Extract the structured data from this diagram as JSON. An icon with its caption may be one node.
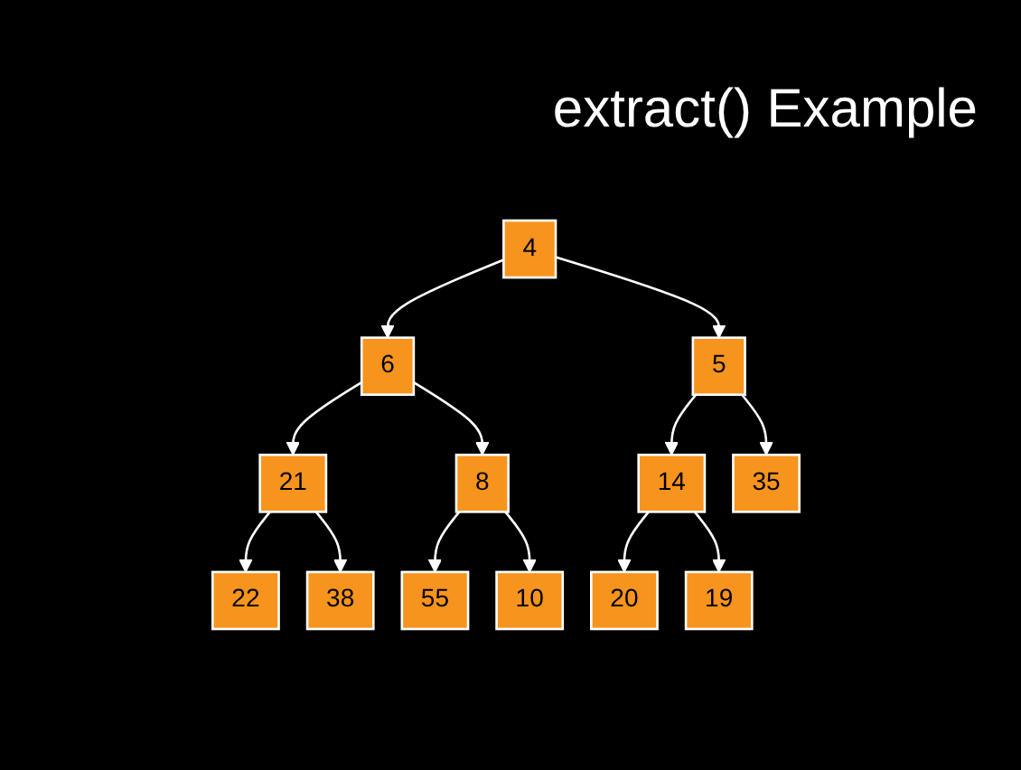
{
  "diagram": {
    "title": "extract() Example",
    "nodes": [
      {
        "text": [
          "4"
        ]
      },
      {
        "text": [
          "6"
        ]
      },
      {
        "text": [
          "5"
        ]
      },
      {
        "text": [
          "21"
        ]
      },
      {
        "text": [
          "8"
        ]
      },
      {
        "text": [
          "14"
        ]
      },
      {
        "text": [
          "35"
        ]
      },
      {
        "text": [
          "22"
        ]
      },
      {
        "text": [
          "38"
        ]
      },
      {
        "text": [
          "55"
        ]
      },
      {
        "text": [
          "10"
        ]
      },
      {
        "text": [
          "20"
        ]
      },
      {
        "text": [
          "19"
        ]
      }
    ],
    "edges": [
      {
        "from": 0,
        "to": 1,
        "arrow": "to"
      },
      {
        "from": 0,
        "to": 2,
        "arrow": "to"
      },
      {
        "from": 1,
        "to": 3,
        "arrow": "to"
      },
      {
        "from": 1,
        "to": 4,
        "arrow": "to"
      },
      {
        "from": 2,
        "to": 5,
        "arrow": "to"
      },
      {
        "from": 2,
        "to": 6,
        "arrow": "to"
      },
      {
        "from": 3,
        "to": 7,
        "arrow": "to"
      },
      {
        "from": 3,
        "to": 8,
        "arrow": "to"
      },
      {
        "from": 4,
        "to": 9,
        "arrow": "to"
      },
      {
        "from": 4,
        "to": 10,
        "arrow": "to"
      },
      {
        "from": 5,
        "to": 11,
        "arrow": "to"
      },
      {
        "from": 5,
        "to": 12,
        "arrow": "to"
      }
    ]
  }
}
